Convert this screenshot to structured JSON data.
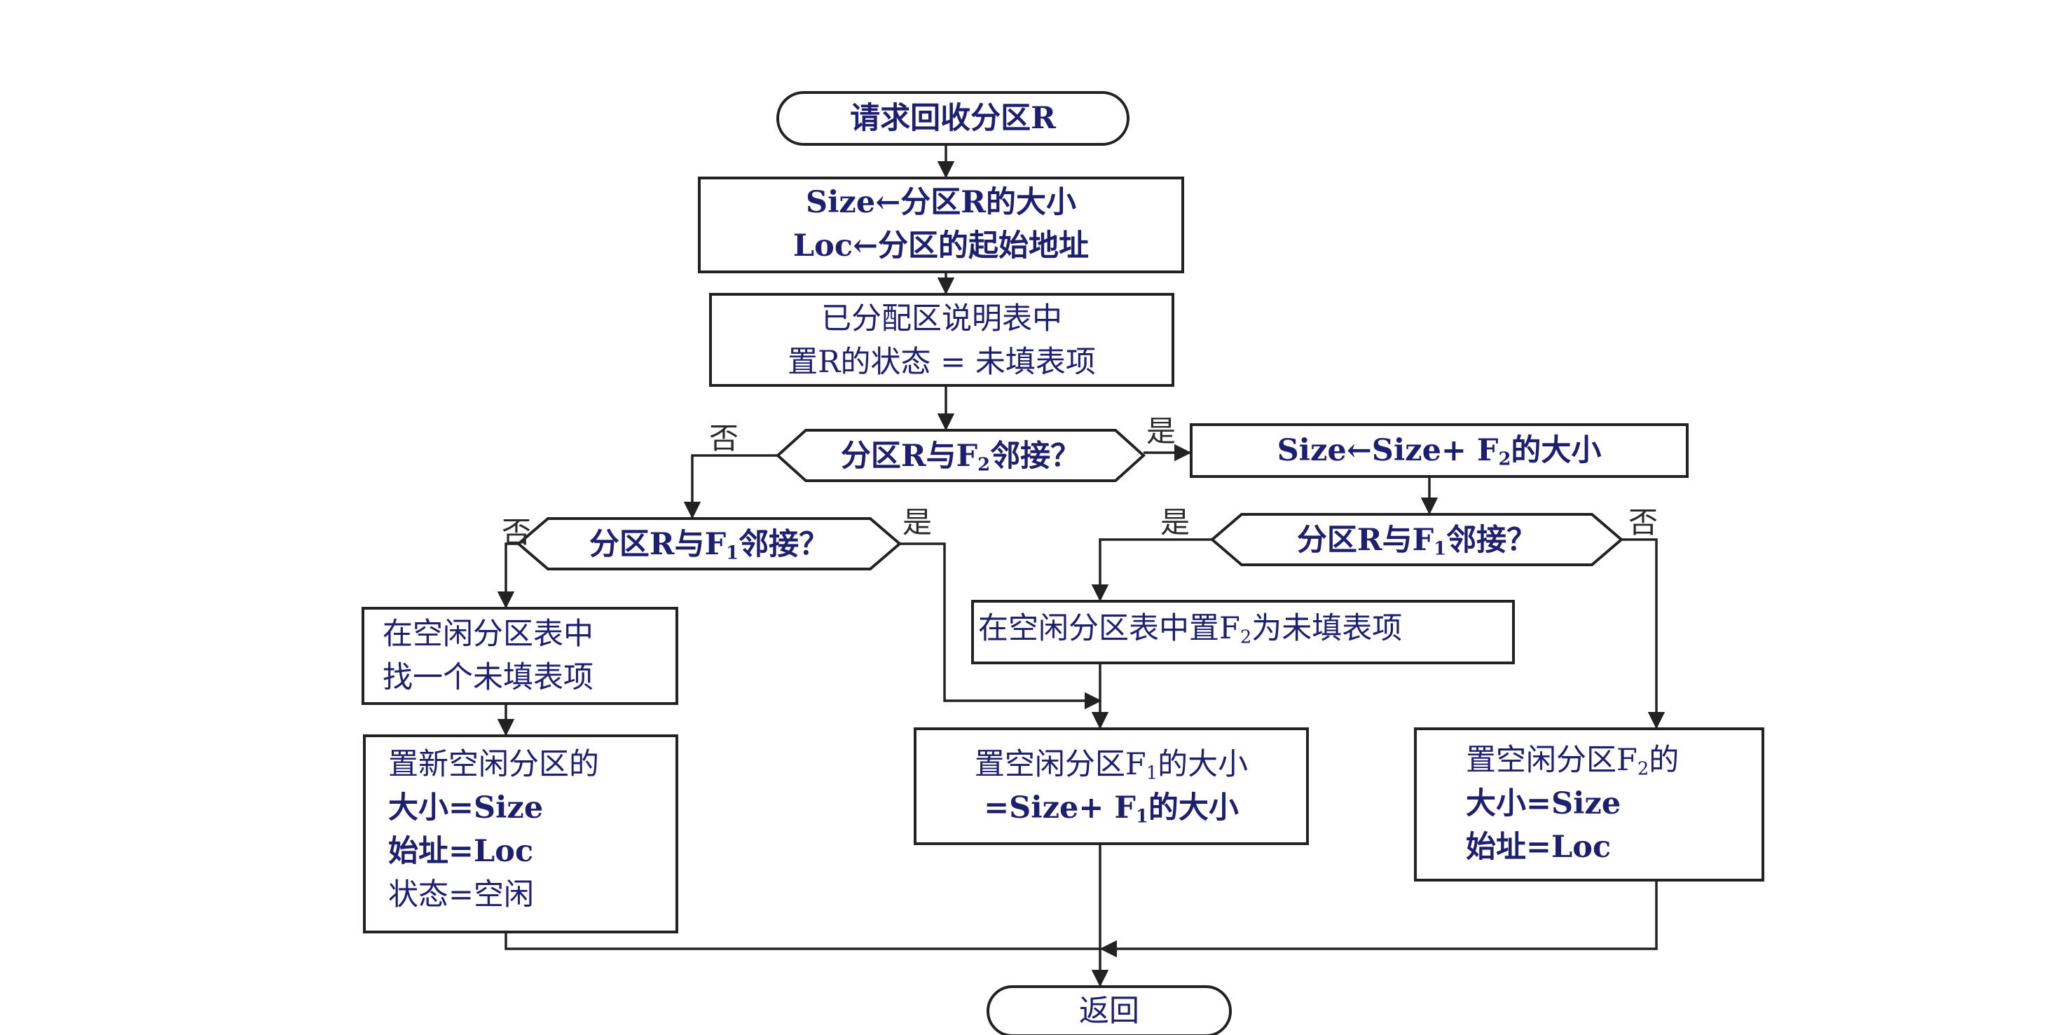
{
  "start": "请求回收分区R",
  "box_size_loc": {
    "line1": "Size←分区R的大小",
    "line2": "Loc←分区的起始地址"
  },
  "box_status": {
    "line1": "已分配区说明表中",
    "line2": "置R的状态 = 未填表项"
  },
  "decision_f2": {
    "text_pre": "分区R与F",
    "sub": "2",
    "text_post": "邻接？"
  },
  "box_size_add_f2": {
    "text_pre": "Size←Size+ F",
    "sub": "2",
    "text_post": "的大小"
  },
  "decision_f1_left": {
    "text_pre": "分区R与F",
    "sub": "1",
    "text_post": "邻接？"
  },
  "decision_f1_right": {
    "text_pre": "分区R与F",
    "sub": "1",
    "text_post": "邻接？"
  },
  "box_find_entry": {
    "line1": "在空闲分区表中",
    "line2": "找一个未填表项"
  },
  "box_set_f2_unfilled": {
    "text_pre": "在空闲分区表中置F",
    "sub": "2",
    "text_post": "为未填表项"
  },
  "box_new_free": {
    "line1": "置新空闲分区的",
    "line2": "大小=Size",
    "line3": "始址=Loc",
    "line4": "状态=空闲"
  },
  "box_set_f1_size": {
    "line1_pre": "置空闲分区F",
    "line1_sub": "1",
    "line1_post": "的大小",
    "line2_pre": "=Size+ F",
    "line2_sub": "1",
    "line2_post": "的大小"
  },
  "box_set_f2": {
    "line1_pre": "置空闲分区F",
    "line1_sub": "2",
    "line1_post": "的",
    "line2": "大小=Size",
    "line3": "始址=Loc"
  },
  "end": "返回",
  "labels": {
    "no": "否",
    "yes": "是"
  }
}
